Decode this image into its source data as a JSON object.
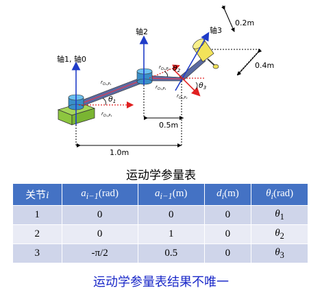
{
  "diagram": {
    "labels": {
      "axis1_axis0": "轴1, 轴0",
      "axis2": "轴2",
      "axis3": "轴3",
      "dim_02": "0.2m",
      "dim_04": "0.4m",
      "dim_05": "0.5m",
      "dim_10": "1.0m",
      "theta1": "θ",
      "theta1_sub": "1",
      "theta2": "θ",
      "theta2_sub": "2",
      "theta3": "θ",
      "theta3_sub": "3",
      "r_o2p1": "r",
      "r_o2p1_sub": "O₂,P₁",
      "r_o1p1": "r",
      "r_o1p1_sub": "O₁,P₁",
      "r_o3p1": "r",
      "r_o3p1_sub": "O₃,P₁",
      "r_o2p2": "r",
      "r_o2p2_sub": "O₂,P₂",
      "r_o3p2": "r",
      "r_o3p2_sub": "O₃,P₂"
    },
    "colors": {
      "axis": "#1f3cc8",
      "xaxis": "#e02020",
      "link": "#5a6aa0",
      "link_highlight": "#d04060",
      "base": "#8dc63f",
      "joint": "#4aa3d8",
      "tool": "#f2e35a"
    }
  },
  "table": {
    "title": "运动学参量表",
    "headers": [
      {
        "main": "关节",
        "sym": "i",
        "sub": "",
        "unit": ""
      },
      {
        "main": "",
        "sym": "a",
        "sub": "i−1",
        "unit": "(rad)"
      },
      {
        "main": "",
        "sym": "a",
        "sub": "i−1",
        "unit": "(m)"
      },
      {
        "main": "",
        "sym": "d",
        "sub": "i",
        "unit": "(m)"
      },
      {
        "main": "",
        "sym": "θ",
        "sub": "i",
        "unit": "(rad)"
      }
    ],
    "rows": [
      {
        "joint": "1",
        "alpha": "0",
        "a": "0",
        "d": "0",
        "theta": "θ",
        "theta_sub": "1"
      },
      {
        "joint": "2",
        "alpha": "0",
        "a": "1",
        "d": "0",
        "theta": "θ",
        "theta_sub": "2"
      },
      {
        "joint": "3",
        "alpha": "-π/2",
        "a": "0.5",
        "d": "0",
        "theta": "θ",
        "theta_sub": "3"
      }
    ]
  },
  "caption": "运动学参量表结果不唯一"
}
